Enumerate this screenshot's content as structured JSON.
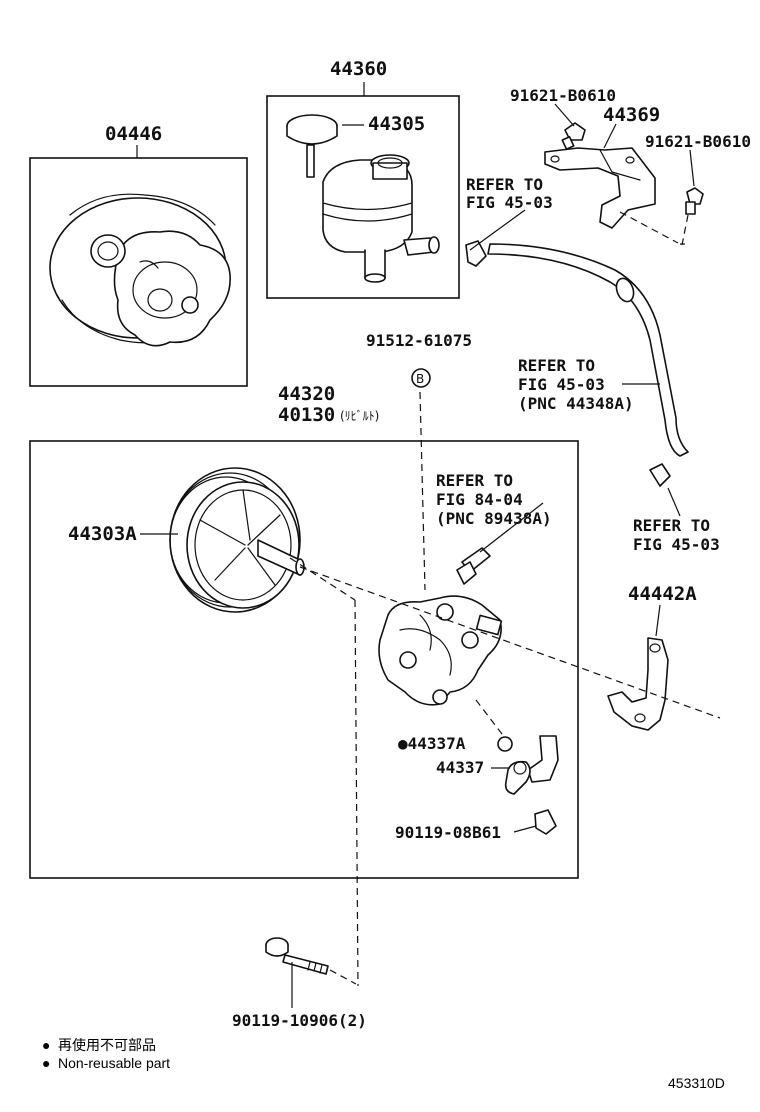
{
  "parts": {
    "reservoir_assembly": "44360",
    "cap": "44305",
    "bracket": "44369",
    "bolt_left": "91621-B0610",
    "bolt_right": "91621-B0610",
    "seal_kit": "04446",
    "pump_assembly": "44320",
    "pump_assembly_rebuilt": "40130",
    "pump_assembly_rebuilt_note": "(ﾘﾋﾞﾙﾄ)",
    "pulley": "44303A",
    "bolt_b": "91512-61075",
    "ref_b": "B",
    "o_ring": "●44337A",
    "union": "44337",
    "union_bolt": "90119-08B61",
    "bracket_lower": "44442A",
    "through_bolt": "90119-10906(2)"
  },
  "refs": {
    "ref1_line1": "REFER TO",
    "ref1_line2": "FIG 45-03",
    "ref2_line1": "REFER TO",
    "ref2_line2": "FIG 45-03",
    "ref2_line3": "(PNC 44348A)",
    "ref3_line1": "REFER TO",
    "ref3_line2": "FIG 84-04",
    "ref3_line3": "(PNC 89438A)",
    "ref4_line1": "REFER TO",
    "ref4_line2": "FIG 45-03"
  },
  "legend": {
    "jp": "再使用不可部品",
    "en": "Non-reusable part",
    "bullet": "●"
  },
  "figure_id": "453310D"
}
